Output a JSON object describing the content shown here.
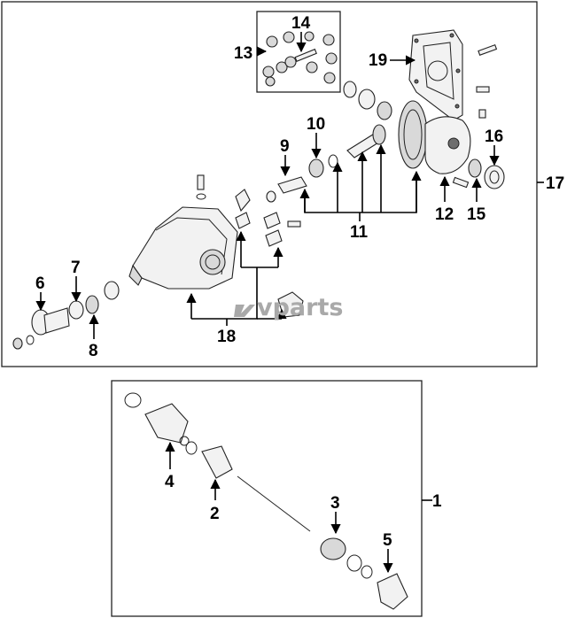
{
  "watermark": {
    "text": "vparts",
    "logo_icon": "wrench-logo-icon"
  },
  "callouts": {
    "c1": "1",
    "c2": "2",
    "c3": "3",
    "c4": "4",
    "c5": "5",
    "c6": "6",
    "c7": "7",
    "c8": "8",
    "c9": "9",
    "c10": "10",
    "c11": "11",
    "c12": "12",
    "c13": "13",
    "c14": "14",
    "c15": "15",
    "c16": "16",
    "c17": "17",
    "c18": "18",
    "c19": "19"
  },
  "colors": {
    "line": "#000000",
    "part_fill": "#f2f2f2",
    "part_shade": "#d9d9d9",
    "watermark": "#a9a9a9"
  }
}
